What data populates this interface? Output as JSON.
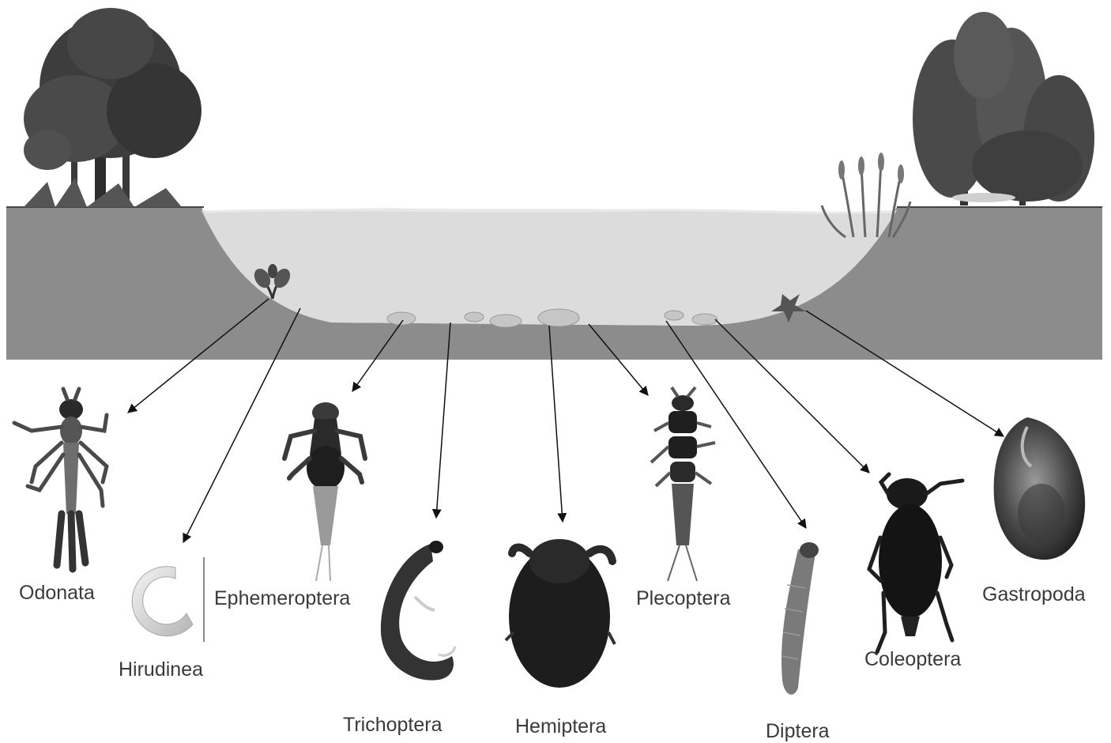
{
  "taxa": [
    {
      "id": "odonata",
      "label": "Odonata"
    },
    {
      "id": "hirudinea",
      "label": "Hirudinea"
    },
    {
      "id": "ephemeroptera",
      "label": "Ephemeroptera"
    },
    {
      "id": "trichoptera",
      "label": "Trichoptera"
    },
    {
      "id": "hemiptera",
      "label": "Hemiptera"
    },
    {
      "id": "plecoptera",
      "label": "Plecoptera"
    },
    {
      "id": "diptera",
      "label": "Diptera"
    },
    {
      "id": "coleoptera",
      "label": "Coleoptera"
    },
    {
      "id": "gastropoda",
      "label": "Gastropoda"
    }
  ]
}
